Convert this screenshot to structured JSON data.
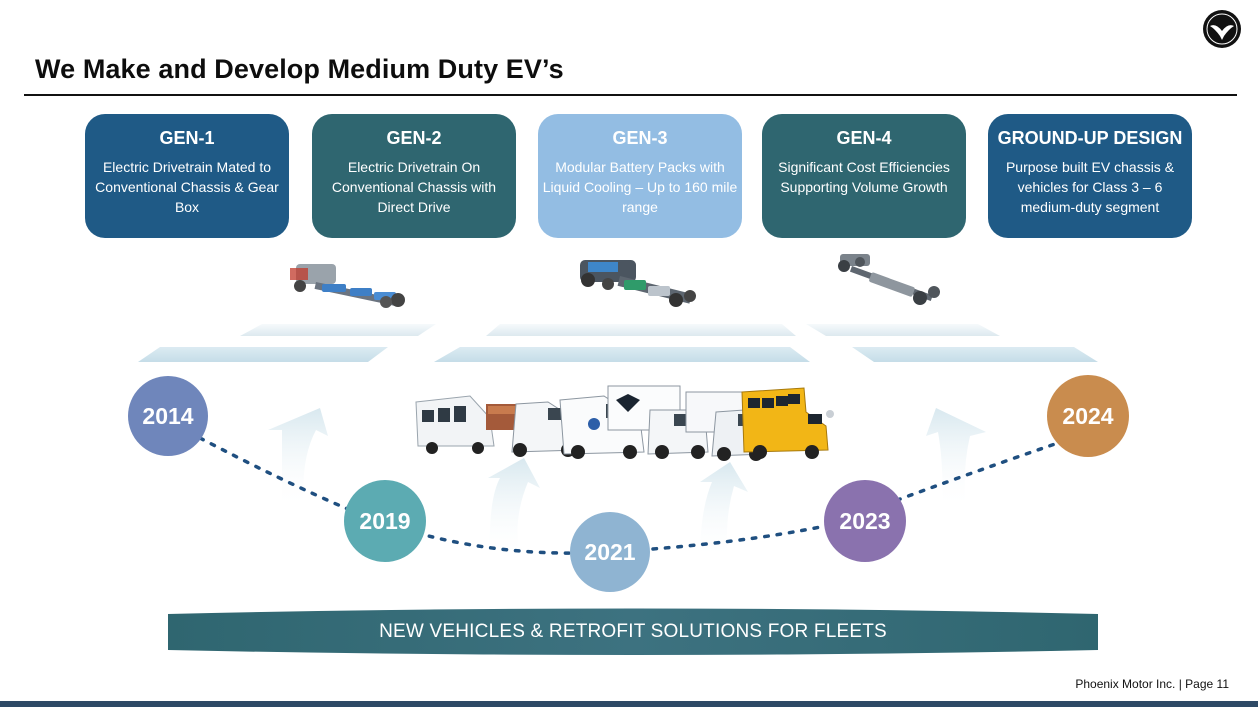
{
  "page": {
    "title": "We Make and Develop Medium Duty EV’s",
    "footer": "Phoenix Motor Inc. | Page 11"
  },
  "generations": [
    {
      "heading": "GEN-1",
      "description": "Electric Drivetrain Mated to Conventional Chassis & Gear Box",
      "color": "#1f5a86"
    },
    {
      "heading": "GEN-2",
      "description": "Electric Drivetrain On Conventional Chassis with Direct Drive",
      "color": "#2f6670"
    },
    {
      "heading": "GEN-3",
      "description": "Modular Battery Packs with Liquid Cooling – Up to 160 mile range",
      "color": "#93bde3"
    },
    {
      "heading": "GEN-4",
      "description": "Significant Cost Efficiencies Supporting Volume Growth",
      "color": "#2f6670"
    },
    {
      "heading": "GROUND-UP DESIGN",
      "description": "Purpose built EV chassis & vehicles for Class 3 – 6 medium-duty segment",
      "color": "#1f5a86"
    }
  ],
  "timeline": {
    "years": [
      {
        "label": "2014",
        "color": "#6f86bb"
      },
      {
        "label": "2019",
        "color": "#5cabb2"
      },
      {
        "label": "2021",
        "color": "#8fb4d2"
      },
      {
        "label": "2023",
        "color": "#8a72ae"
      },
      {
        "label": "2024",
        "color": "#c98c4e"
      }
    ],
    "dot_color": "#1f4f80"
  },
  "banner": {
    "label": "NEW VEHICLES & RETROFIT SOLUTIONS FOR FLEETS",
    "color": "#3d6d7a"
  },
  "illustrations": {
    "chassis": [
      "gen1-chassis-image",
      "gen3-chassis-image",
      "gen4-chassis-image"
    ],
    "vehicles": [
      "shuttle-bus",
      "stake-truck",
      "utility-van",
      "box-truck",
      "step-van",
      "school-bus"
    ]
  },
  "logo_icon": "phoenix-emblem-icon"
}
